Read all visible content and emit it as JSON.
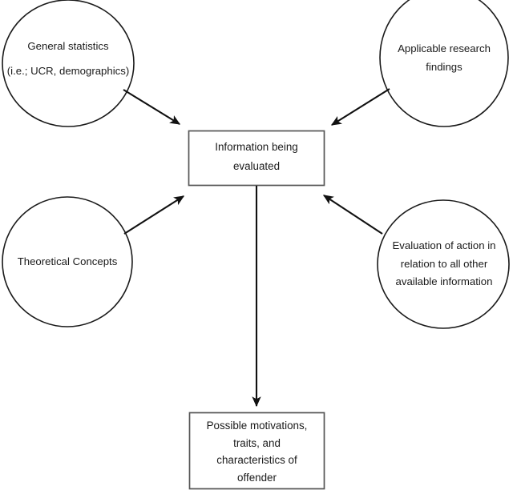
{
  "diagram": {
    "title": "Information being evaluated flow diagram",
    "background_color": "#ffffff",
    "stroke_color": "#1a1a1a",
    "box_stroke_color": "#555555",
    "nodes": {
      "general_statistics": {
        "shape": "circle",
        "label": "General statistics\n(i.e.; UCR, demographics)"
      },
      "applicable_research": {
        "shape": "circle",
        "label": "Applicable research\nfindings"
      },
      "theoretical_concepts": {
        "shape": "circle",
        "label": "Theoretical Concepts"
      },
      "evaluation_of_action": {
        "shape": "circle",
        "label": "Evaluation of action in\nrelation to all other\navailable information"
      },
      "information_being_evaluated": {
        "shape": "rectangle",
        "label": "Information being\nevaluated"
      },
      "possible_motivations": {
        "shape": "rectangle",
        "label": "Possible motivations,\ntraits, and\ncharacteristics of\noffender"
      }
    },
    "arrows": [
      {
        "name": "general-statistics-to-information",
        "from": "general_statistics",
        "to": "information_being_evaluated",
        "direction": "down-right"
      },
      {
        "name": "applicable-research-to-information",
        "from": "applicable_research",
        "to": "information_being_evaluated",
        "direction": "down-left"
      },
      {
        "name": "theoretical-concepts-to-information",
        "from": "theoretical_concepts",
        "to": "information_being_evaluated",
        "direction": "up-right"
      },
      {
        "name": "evaluation-of-action-to-information",
        "from": "evaluation_of_action",
        "to": "information_being_evaluated",
        "direction": "up-left"
      },
      {
        "name": "information-to-possible-motivations",
        "from": "information_being_evaluated",
        "to": "possible_motivations",
        "direction": "down"
      }
    ]
  }
}
